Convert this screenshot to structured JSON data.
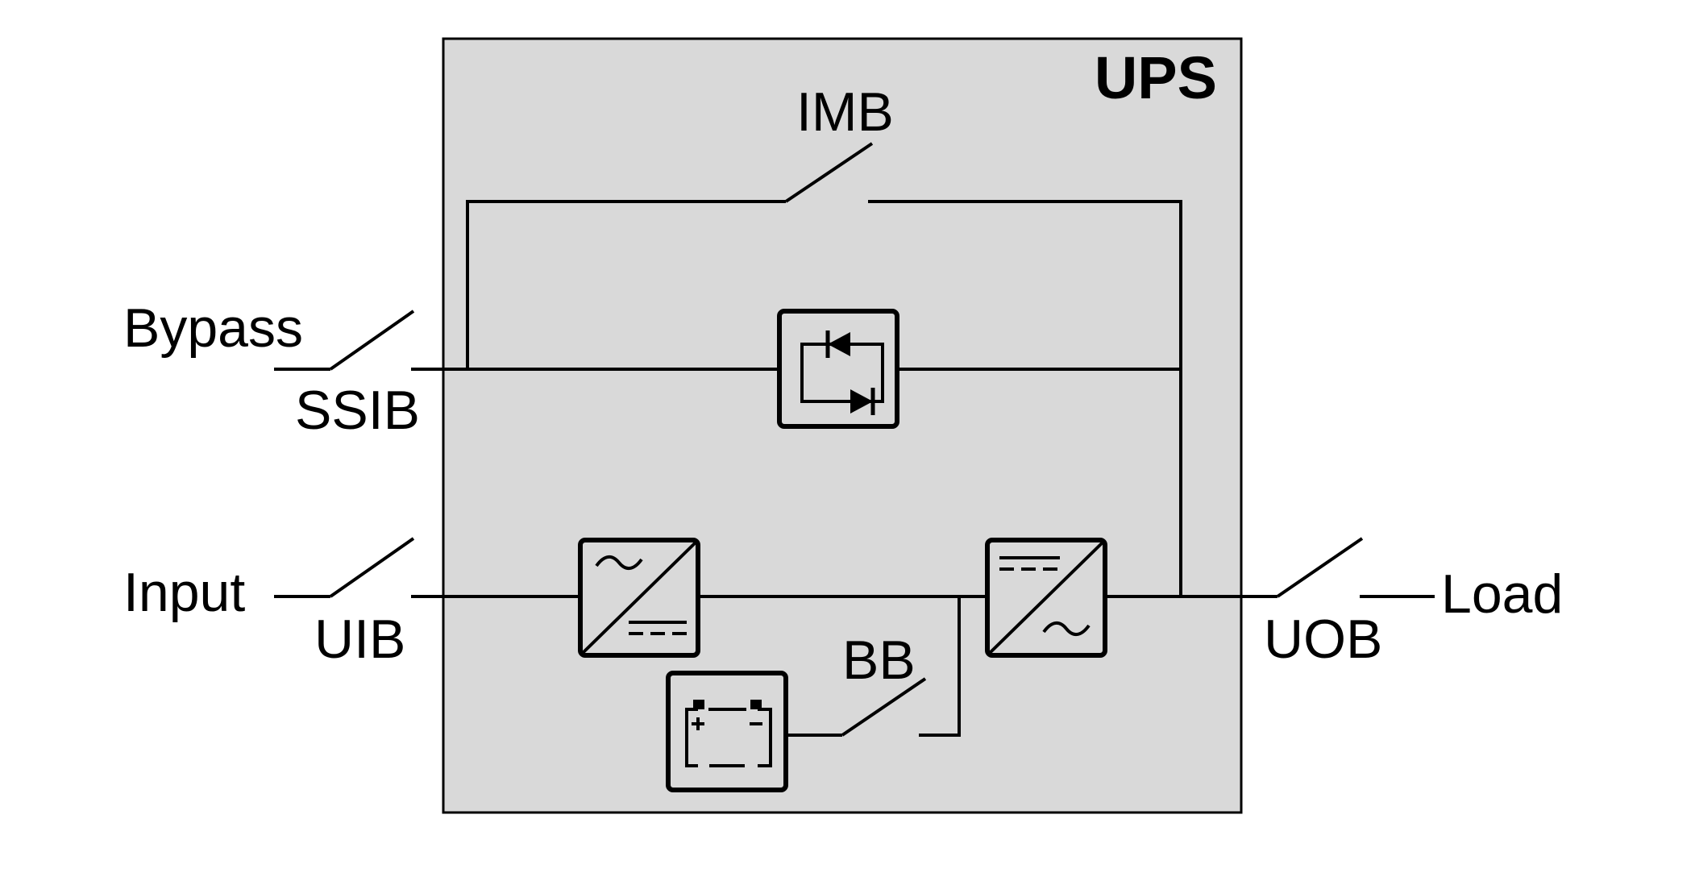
{
  "ups": {
    "title": "UPS",
    "fill": "#d9d9d9"
  },
  "labels": {
    "imb": "IMB",
    "bypass": "Bypass",
    "ssib": "SSIB",
    "input": "Input",
    "uib": "UIB",
    "bb": "BB",
    "uob": "UOB",
    "load": "Load"
  },
  "icons": {
    "static_switch": "static-switch-icon",
    "rectifier": "rectifier-icon",
    "inverter": "inverter-icon",
    "battery": "battery-icon"
  }
}
